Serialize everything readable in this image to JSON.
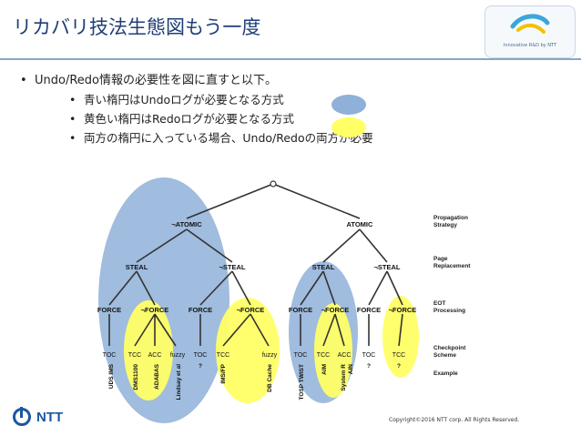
{
  "title": "リカバリ技法生態図もう一度",
  "logo": {
    "text": "Innovative R&D by NTT"
  },
  "bullets": {
    "main": "Undo/Redo情報の必要性を図に直すと以下。",
    "sub": [
      "青い楕円はUndoログが必要となる方式",
      "黄色い楕円はRedoログが必要となる方式",
      "両方の楕円に入っている場合、Undo/Redoの両方が必要"
    ]
  },
  "legend": {
    "blue_color": "#8fb0d8",
    "yellow_color": "#ffff66"
  },
  "diagram": {
    "top": {
      "left": "¬ATOMIC",
      "right": "ATOMIC"
    },
    "steal": [
      "STEAL",
      "¬STEAL",
      "STEAL",
      "¬STEAL"
    ],
    "force": [
      "FORCE",
      "¬FORCE",
      "FORCE",
      "¬FORCE",
      "FORCE",
      "¬FORCE",
      "FORCE",
      "¬FORCE"
    ],
    "checkpoints": [
      "TOC",
      "TCC",
      "ACC",
      "fuzzy",
      "TOC",
      "TCC",
      "fuzzy",
      "TOC",
      "TCC",
      "ACC",
      "TOC",
      "TCC"
    ],
    "examples": [
      "UDS IMS",
      "DMS1100",
      "ADABAS",
      "Lindsay et al",
      "?",
      "IMS/FP",
      "DB Cache",
      "TOSP TWIST",
      "AIM",
      "System R",
      "AIN",
      "?",
      "?"
    ],
    "rows": [
      "Propagation Strategy",
      "Page Replacement",
      "EOT Processing",
      "Checkpoint Scheme",
      "Example"
    ]
  },
  "footer": {
    "company": "NTT",
    "copyright": "Copyright©2016  NTT corp. All Rights Reserved."
  }
}
